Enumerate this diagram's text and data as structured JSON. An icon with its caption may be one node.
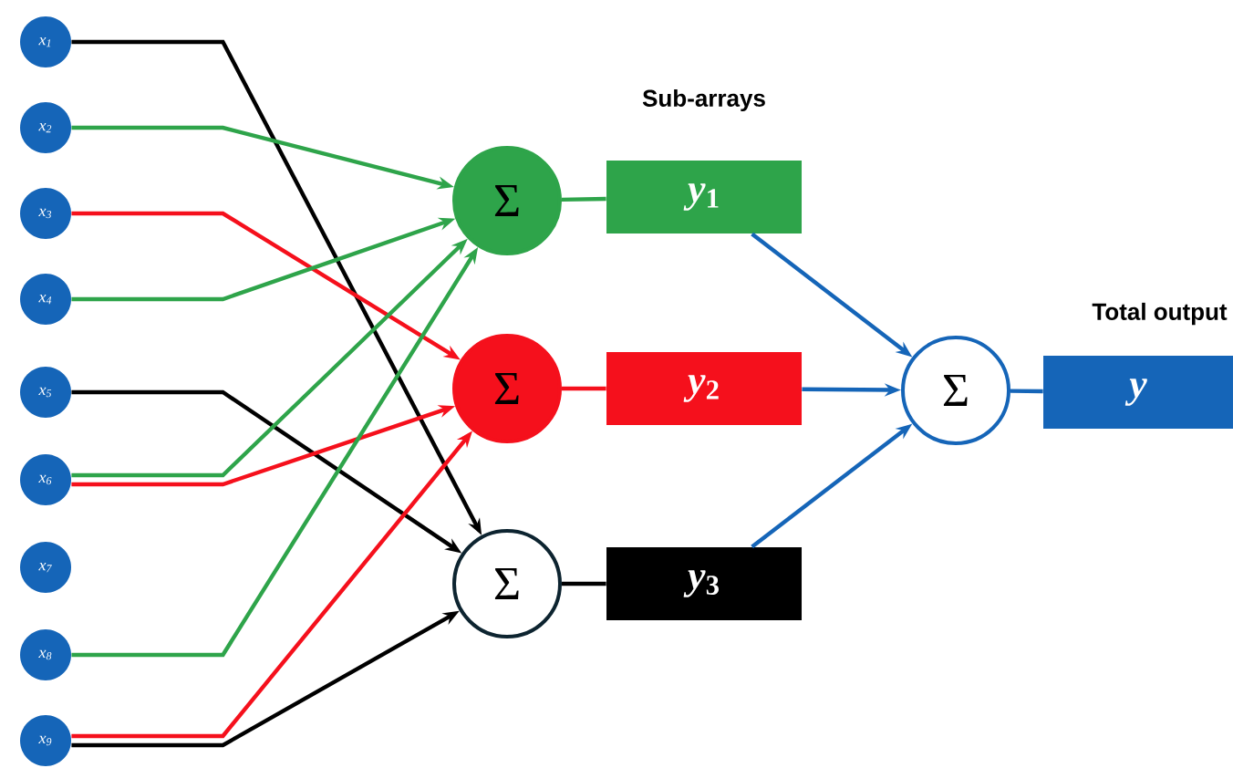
{
  "diagram": {
    "nodes": [
      {
        "text": [
          "*x*$_{1}$"
        ]
      },
      {
        "text": [
          "*x*$_{2}$"
        ]
      },
      {
        "text": [
          "*x*$_{3}$"
        ]
      },
      {
        "text": [
          "*x*$_{4}$"
        ]
      },
      {
        "text": [
          "*x*$_{5}$"
        ]
      },
      {
        "text": [
          "*x*$_{6}$"
        ]
      },
      {
        "text": [
          "*x*$_{7}$"
        ]
      },
      {
        "text": [
          "*x*$_{8}$"
        ]
      },
      {
        "text": [
          "*x*$_{9}$"
        ]
      },
      {
        "text": [
          "Σ"
        ]
      },
      {
        "text": [
          "Σ"
        ]
      },
      {
        "text": [
          "Σ"
        ]
      },
      {
        "text": [
          "*y*$_{1}$"
        ]
      },
      {
        "text": [
          "*y*$_{2}$"
        ]
      },
      {
        "text": [
          "*y*$_{3}$"
        ]
      },
      {
        "text": [
          "Σ"
        ]
      },
      {
        "text": [
          "*y*"
        ]
      }
    ],
    "edges": [
      {
        "from": 0,
        "to": 11,
        "arrow": "to",
        "color": "#000000"
      },
      {
        "from": 1,
        "to": 9,
        "arrow": "to",
        "color": "#2ea44a"
      },
      {
        "from": 2,
        "to": 10,
        "arrow": "to",
        "color": "#f5101c"
      },
      {
        "from": 3,
        "to": 9,
        "arrow": "to",
        "color": "#2ea44a"
      },
      {
        "from": 4,
        "to": 11,
        "arrow": "to",
        "color": "#000000"
      },
      {
        "from": 5,
        "to": 9,
        "arrow": "to",
        "color": "#2ea44a"
      },
      {
        "from": 5,
        "to": 10,
        "arrow": "to",
        "color": "#f5101c"
      },
      {
        "from": 7,
        "to": 9,
        "arrow": "to",
        "color": "#2ea44a"
      },
      {
        "from": 8,
        "to": 10,
        "arrow": "to",
        "color": "#f5101c"
      },
      {
        "from": 8,
        "to": 11,
        "arrow": "to",
        "color": "#000000"
      },
      {
        "from": 9,
        "to": 12,
        "arrow": "none",
        "color": "#2ea44a"
      },
      {
        "from": 10,
        "to": 13,
        "arrow": "none",
        "color": "#f5101c"
      },
      {
        "from": 11,
        "to": 14,
        "arrow": "none",
        "color": "#000000"
      },
      {
        "from": 12,
        "to": 15,
        "arrow": "to",
        "color": "#1565b8"
      },
      {
        "from": 13,
        "to": 15,
        "arrow": "to",
        "color": "#1565b8"
      },
      {
        "from": 14,
        "to": 15,
        "arrow": "to",
        "color": "#1565b8"
      },
      {
        "from": 15,
        "to": 16,
        "arrow": "none",
        "color": "#1565b8"
      }
    ],
    "labels": [
      "Sub-arrays",
      "Total output"
    ]
  }
}
